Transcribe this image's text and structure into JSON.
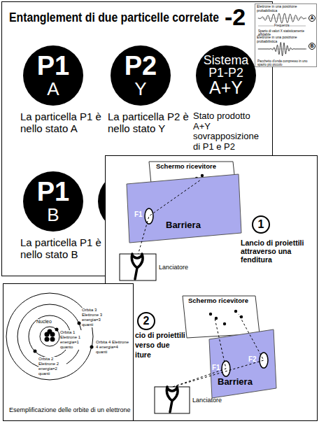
{
  "diagram": {
    "title": "Entanglement di due particelle correlate",
    "nodes": [
      {
        "text": [
          "P1",
          "A",
          "La particella P1 è nello stato A"
        ]
      },
      {
        "text": [
          "P2",
          "Y",
          "La particella P2 è nello stato Y"
        ]
      },
      {
        "text": [
          "Sistema P1-P2",
          "A+Y",
          "Stato prodotto A+Y sovrapposizione di P1 e P2"
        ]
      },
      {
        "text": [
          "A"
        ]
      },
      {
        "text": [
          "B"
        ]
      },
      {
        "text": [
          "P1",
          "B",
          "La particella P1 è nello stato B"
        ]
      },
      {
        "text": [
          "1"
        ]
      },
      {
        "text": [
          "2"
        ]
      }
    ],
    "labels": [
      "-2",
      "Elettrone in una posizione probabilistica",
      "Frequenza",
      "Spazio di valori X statisticamente affidabile",
      "Elettrone in una posizione probabilistica",
      "Pacchetto d'onda compresso in uno spazio più piccolo",
      "Schermo ricevitore",
      "F1",
      "Barriera",
      "Lancio di proiettili attraverso una fenditura",
      "Lanciatore",
      "Schermo ricevitore",
      "cio di proiettili",
      "verso due",
      "iture",
      "F1",
      "F2",
      "Barriera",
      "Lanciatore",
      "Nucleo",
      "Orbita 1 Elettrone 1 energia=1 quanto",
      "Orbita 2 Elettrone 2 energia=2 quanti",
      "Orbita 3 Elettrone 3 energia=3 quanti",
      "Orbita 4 Elettrone 4 energia=4 quanti",
      "Esemplificazione delle orbite di un elettrone"
    ]
  }
}
